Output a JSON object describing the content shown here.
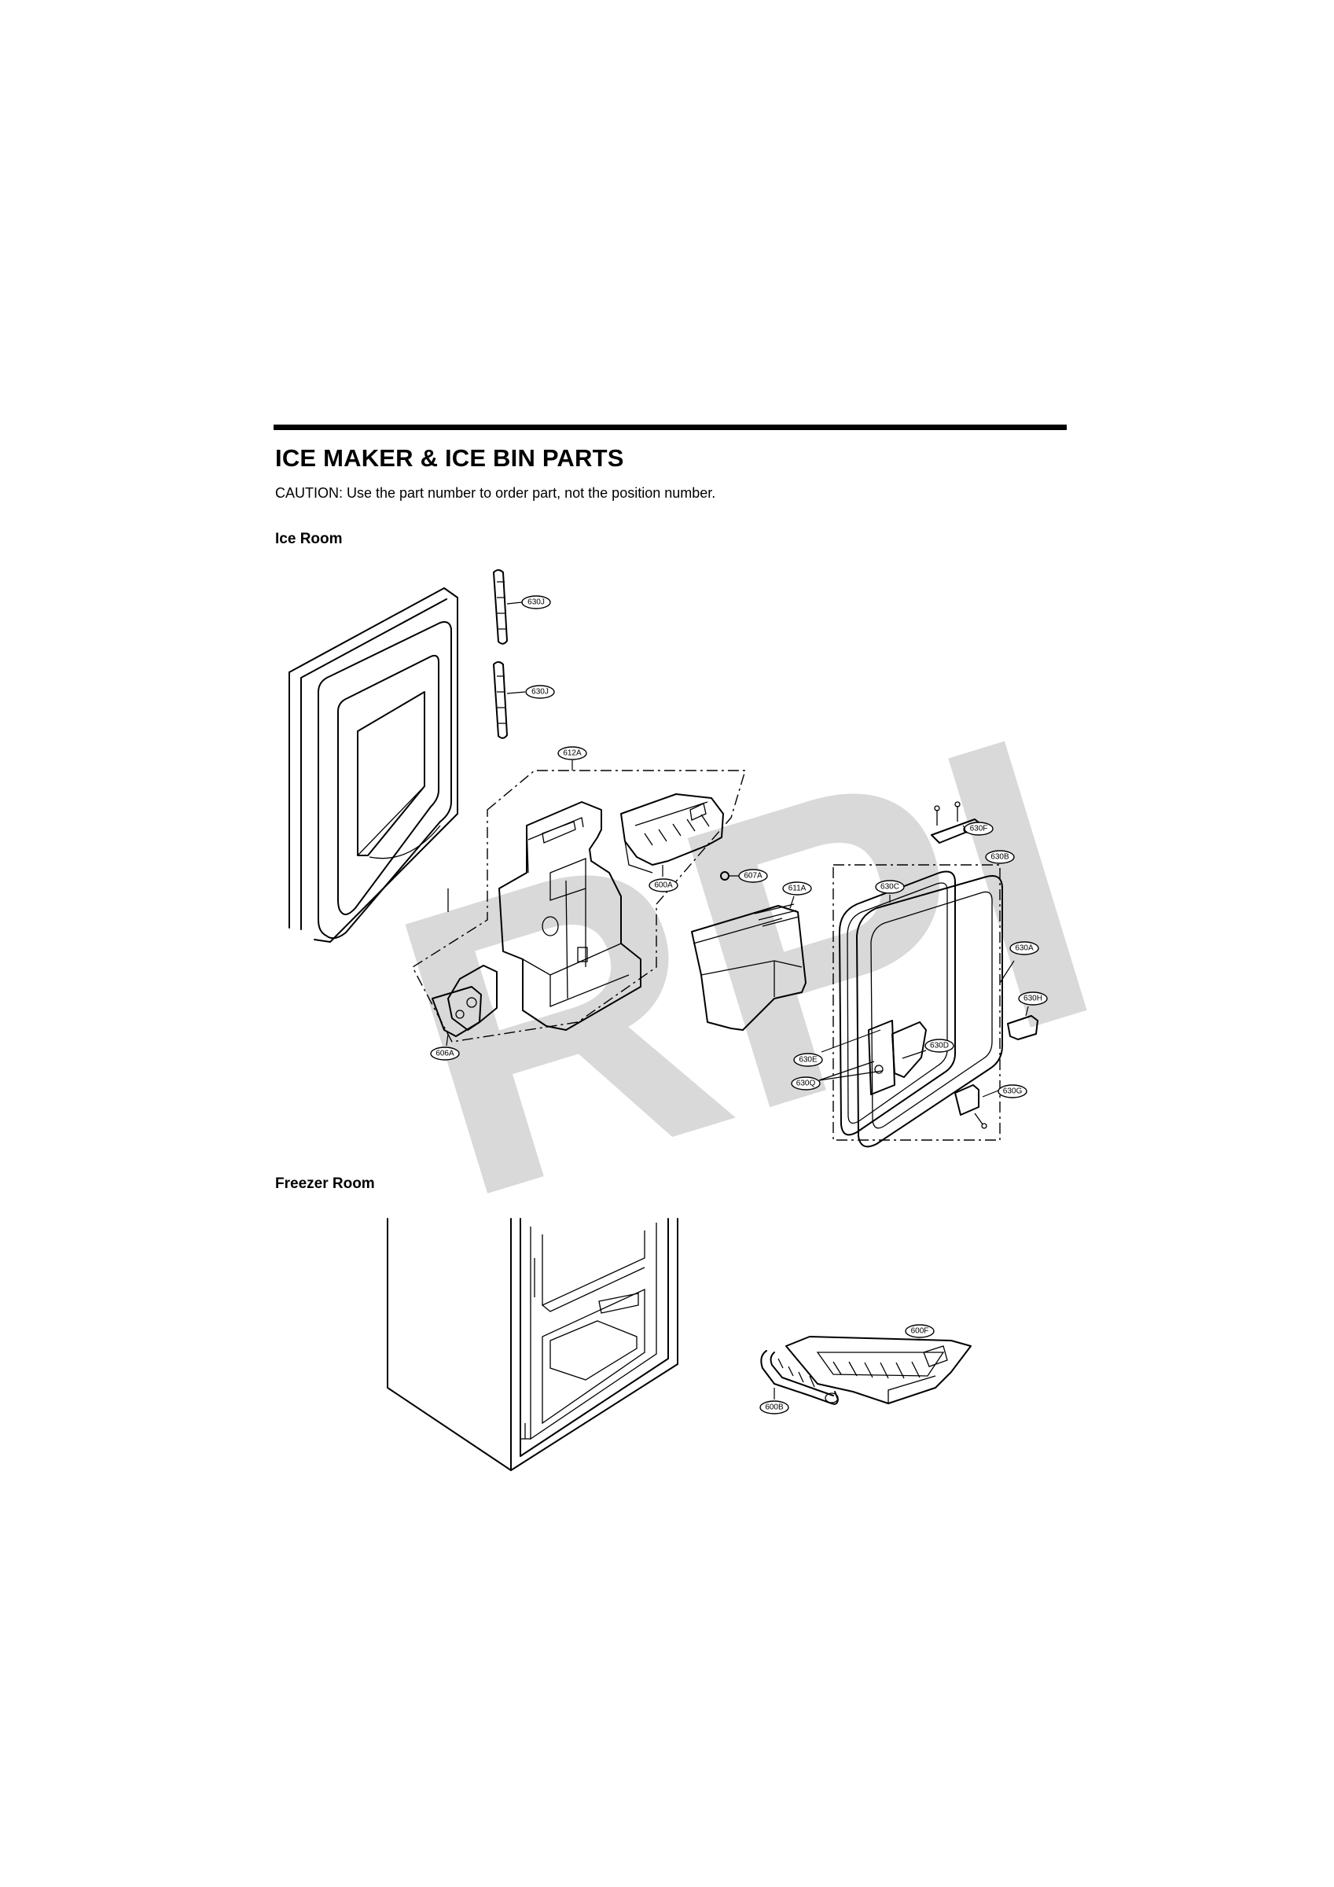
{
  "page": {
    "title": "ICE MAKER & ICE BIN PARTS",
    "caution": "CAUTION: Use the part number to order part, not the position number."
  },
  "sections": {
    "ice_room": "Ice Room",
    "freezer_room": "Freezer Room"
  },
  "watermark": "RPI",
  "callouts": {
    "c630j_top": "630J",
    "c630j_bottom": "630J",
    "c612a": "612A",
    "c600a": "600A",
    "c607a": "607A",
    "c611a": "611A",
    "c606a": "606A",
    "c630c": "630C",
    "c630f": "630F",
    "c630b": "630B",
    "c630a": "630A",
    "c630h": "630H",
    "c630d": "630D",
    "c630e": "630E",
    "c630q": "630Q",
    "c630g": "630G",
    "c600f": "600F",
    "c600b": "600B"
  }
}
